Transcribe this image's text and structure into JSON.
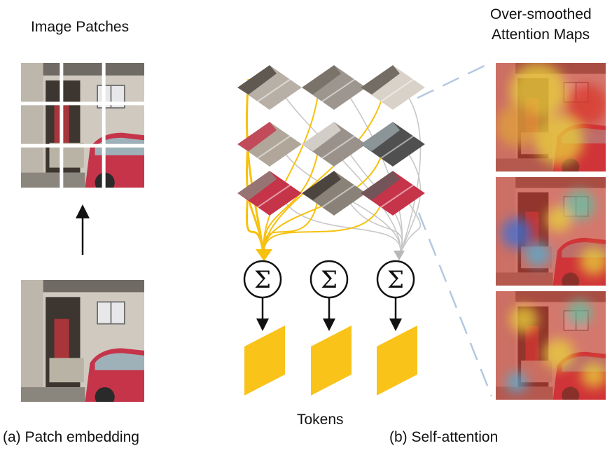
{
  "labels": {
    "image_patches": "Image Patches",
    "attention_maps_line1": "Over-smoothed",
    "attention_maps_line2": "Attention Maps",
    "tokens": "Tokens",
    "caption_a": "(a) Patch embedding",
    "caption_b": "(b) Self-attention",
    "sum_symbol": "Σ"
  },
  "colors": {
    "wall": "#c9c2b8",
    "door_shadow": "#3c3530",
    "car_red": "#c6344a",
    "roof": "#6f6a63",
    "ground": "#8a857d",
    "highlight_arrow": "#f6c10f",
    "faint_arrow": "#c8c8c8",
    "token_yellow": "#f9c31a",
    "guide_line": "#b4c8e2",
    "heat_red": "#d9352a",
    "heat_yellow": "#e7d23a",
    "heat_blue": "#3a6fd8"
  },
  "icons": {
    "up_arrow": "up-arrow-icon",
    "down_arrow": "down-arrow-icon",
    "sum": "summation-icon"
  }
}
